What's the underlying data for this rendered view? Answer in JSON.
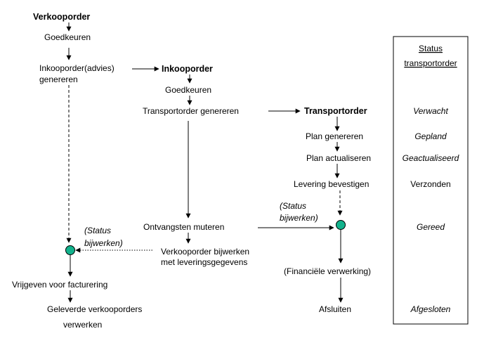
{
  "left": {
    "verkooporder": "Verkooporder",
    "goedkeuren": "Goedkeuren",
    "inkooporder_advies_1": "Inkooporder(advies)",
    "inkooporder_advies_2": "genereren",
    "status_1": "(Status",
    "status_2": "bijwerken)",
    "vrijgeven": "Vrijgeven voor facturering",
    "geleverde_1": "Geleverde  verkooporders",
    "geleverde_2": "verwerken"
  },
  "middle": {
    "inkooporder": "Inkooporder",
    "goedkeuren": "Goedkeuren",
    "transportorder_genereren": "Transportorder genereren",
    "ontvangsten": "Ontvangsten muteren",
    "verkooporder_bijwerken_1": "Verkooporder bijwerken",
    "verkooporder_bijwerken_2": "met leveringsgegevens"
  },
  "right": {
    "transportorder": "Transportorder",
    "plan_genereren": "Plan genereren",
    "plan_actualiseren": "Plan actualiseren",
    "levering_bevestigen": "Levering bevestigen",
    "status_1": "(Status",
    "status_2": "bijwerken)",
    "financiele": "(Financiële verwerking)",
    "afsluiten": "Afsluiten"
  },
  "status_column": {
    "header_1": "Status",
    "header_2": "transportorder",
    "verwacht": "Verwacht",
    "gepland": "Gepland",
    "geactualiseerd": "Geactualiseerd",
    "verzonden": "Verzonden",
    "gereed": "Gereed",
    "afgesloten": "Afgesloten"
  },
  "colors": {
    "node_fill": "#12B28C",
    "line": "#000000"
  }
}
